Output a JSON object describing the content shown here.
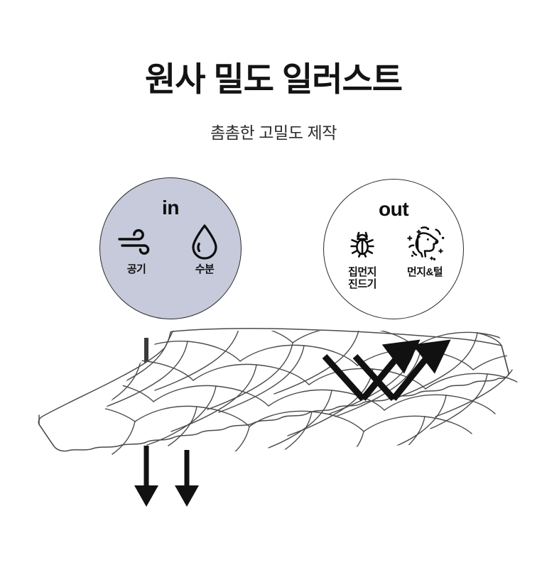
{
  "header": {
    "title": "원사 밀도 일러스트",
    "subtitle": "촘촘한 고밀도 제작"
  },
  "panels": {
    "in": {
      "caption": "in",
      "fill_color": "#c6cada",
      "items": [
        {
          "icon": "wind-icon",
          "label": "공기"
        },
        {
          "icon": "water-drop-icon",
          "label": "수분"
        }
      ]
    },
    "out": {
      "caption": "out",
      "fill_color": "#ffffff",
      "items": [
        {
          "icon": "dust-mite-icon",
          "label": "집먼지\n진드기"
        },
        {
          "icon": "dog-dust-icon",
          "label": "먼지&털"
        }
      ]
    }
  },
  "illustration": {
    "name": "quilted-high-density-fabric",
    "stroke_color": "#4b4b4b",
    "arrow_color": "#111111",
    "shaft_color": "#3a3a3a",
    "through_arrows": 2,
    "reflect_arrows": 2
  }
}
